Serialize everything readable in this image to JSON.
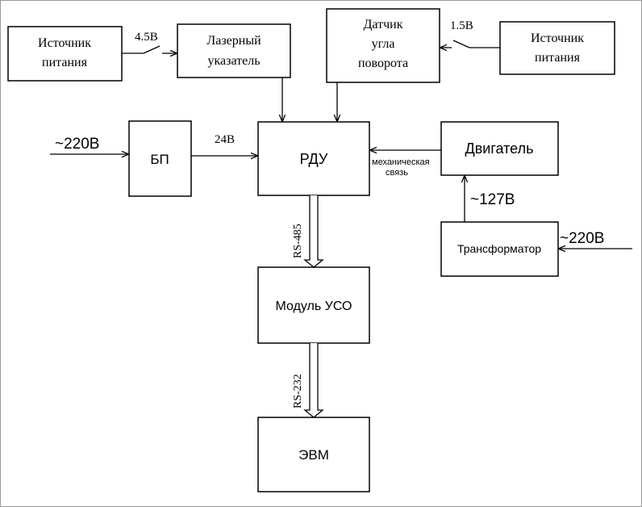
{
  "blocks": {
    "source_left": {
      "line1": "Источник",
      "line2": "питания"
    },
    "laser": {
      "line1": "Лазерный",
      "line2": "указатель"
    },
    "sensor": {
      "line1": "Датчик",
      "line2": "угла",
      "line3": "поворота"
    },
    "source_right": {
      "line1": "Источник",
      "line2": "питания"
    },
    "bp": "БП",
    "rdu": "РДУ",
    "motor": "Двигатель",
    "transformer": "Трансформатор",
    "uso": "Модуль УСО",
    "evm": "ЭВМ"
  },
  "labels": {
    "v_4_5": "4.5В",
    "v_1_5": "1.5В",
    "v_24": "24В",
    "v_220_left": "~220В",
    "v_220_right": "~220В",
    "v_127": "~127В",
    "mech_1": "механическая",
    "mech_2": "связь",
    "rs485": "RS-485",
    "rs232": "RS-232"
  }
}
